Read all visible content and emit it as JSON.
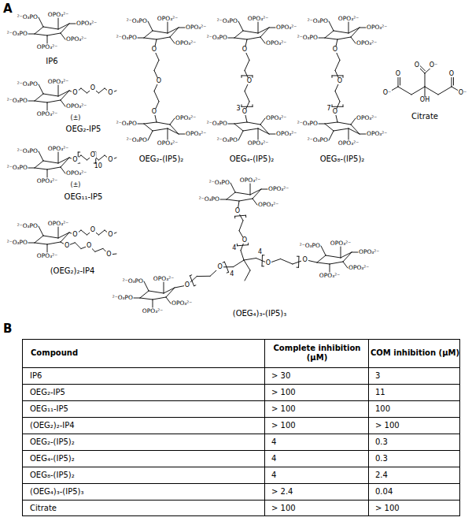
{
  "diagram": {
    "labels": [
      "A",
      "²⁻O₃PO",
      "²⁻O₃PO",
      "OPO₃²⁻",
      "OPO₃²⁻",
      "OPO₃²⁻",
      "OPO₃²⁻",
      "IP6",
      "²⁻O₃PO",
      "²⁻O₃PO",
      "OPO₃²⁻",
      "OPO₃²⁻",
      "OPO₃²⁻",
      "O",
      "O",
      "O",
      "(±)",
      "OEG₂-IP5",
      "²⁻O₃PO",
      "²⁻O₃PO",
      "OPO₃²⁻",
      "OPO₃²⁻",
      "OPO₃²⁻",
      "O",
      "O",
      "O",
      "10",
      "(±)",
      "OEG₁₁-IP5",
      "²⁻O₃PO",
      "²⁻O₃PO",
      "OPO₃²⁻",
      "OPO₃²⁻",
      "O",
      "O",
      "O",
      "O",
      "O",
      "O",
      "(OEG₂)₂-IP4",
      "²⁻O₃PO",
      "²⁻O₃PO",
      "OPO₃²⁻",
      "OPO₃²⁻",
      "OPO₃²⁻",
      "O",
      "O",
      "O",
      "²⁻O₃PO",
      "²⁻O₃PO",
      "OPO₃²⁻",
      "OPO₃²⁻",
      "OPO₃²⁻",
      "OEG₂-(IP5)₂",
      "²⁻O₃PO",
      "²⁻O₃PO",
      "OPO₃²⁻",
      "OPO₃²⁻",
      "OPO₃²⁻",
      "O",
      "O",
      "O",
      "3",
      "²⁻O₃PO",
      "²⁻O₃PO",
      "OPO₃²⁻",
      "OPO₃²⁻",
      "OPO₃²⁻",
      "OEG₄-(IP5)₂",
      "²⁻O₃PO",
      "²⁻O₃PO",
      "OPO₃²⁻",
      "OPO₃²⁻",
      "OPO₃²⁻",
      "O",
      "O",
      "O",
      "7",
      "²⁻O₃PO",
      "²⁻O₃PO",
      "OPO₃²⁻",
      "OPO₃²⁻",
      "OPO₃²⁻",
      "OEG₈-(IP5)₂",
      "O",
      "O⁻",
      "O",
      "O⁻",
      "O",
      "O⁻",
      "OH",
      "Citrate",
      "²⁻O₃PO",
      "²⁻O₃PO",
      "OPO₃²⁻",
      "OPO₃²⁻",
      "OPO₃²⁻",
      "O",
      "O",
      "4",
      "²⁻O₃PO",
      "²⁻O₃PO",
      "OPO₃²⁻",
      "OPO₃²⁻",
      "OPO₃²⁻",
      "O",
      "O",
      "4",
      "²⁻O₃PO",
      "OPO₃²⁻",
      "OPO₃²⁻",
      "OPO₃²⁻",
      "OPO₃²⁻",
      "O",
      "O",
      "4",
      "(OEG₄)₃-(IP5)₃",
      "B",
      "Compound",
      "Complete inhibition (µM)",
      "COM inhibition (µM)",
      "IP6",
      "> 30",
      "3",
      "OEG₂-IP5",
      "> 100",
      "11",
      "OEG₁₁-IP5",
      "> 100",
      "100",
      "(OEG₂)₂-IP4",
      "> 100",
      "> 100",
      "OEG₂-(IP5)₂",
      "4",
      "0.3",
      "OEG₄-(IP5)₂",
      "4",
      "0.3",
      "OEG₈-(IP5)₂",
      "4",
      "2.4",
      "(OEG₄)₃-(IP5)₃",
      "> 2.4",
      "0.04",
      "Citrate",
      "> 100",
      "> 100"
    ]
  }
}
